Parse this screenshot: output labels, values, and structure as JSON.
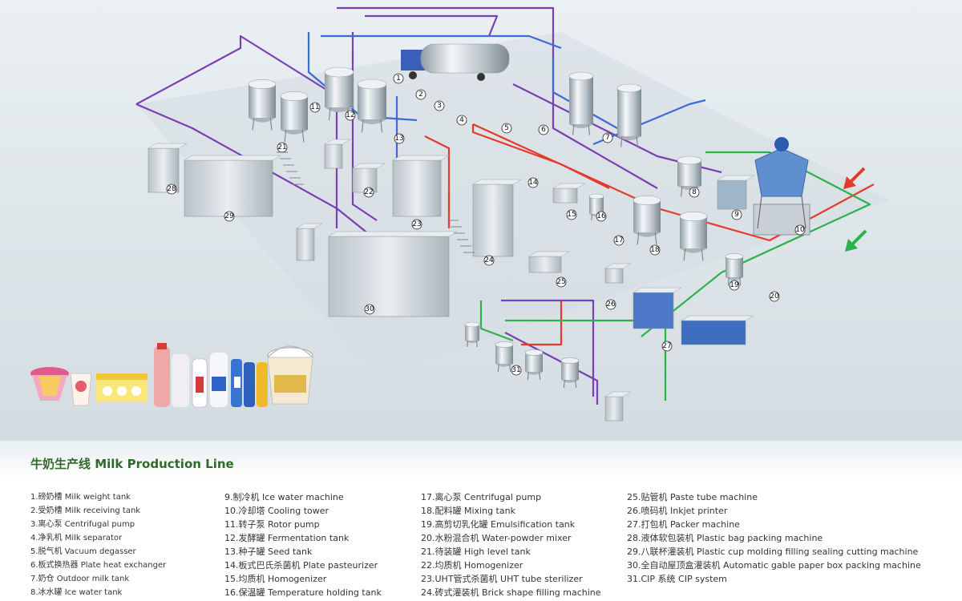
{
  "title": "牛奶生产线 Milk Production Line",
  "pipe_colors": {
    "blue": "#3a6bd8",
    "purple": "#7b3fb5",
    "red": "#e43a2c",
    "green": "#2bb24c"
  },
  "equipment_labels": [
    "1",
    "2",
    "3",
    "4",
    "5",
    "6",
    "7",
    "8",
    "9",
    "10",
    "11",
    "12",
    "13",
    "14",
    "15",
    "16",
    "17",
    "18",
    "19",
    "20",
    "21",
    "22",
    "23",
    "24",
    "25",
    "26",
    "27",
    "28",
    "29",
    "30",
    "31"
  ],
  "legend": {
    "col1": [
      "1.磅奶槽 Milk weight tank",
      "2.受奶槽 Milk receiving tank",
      "3.离心泵 Centrifugal pump",
      "4.净乳机 Milk separator",
      "5.脱气机 Vacuum degasser",
      "6.板式换热器 Plate heat exchanger",
      "7.奶仓 Outdoor milk tank",
      "8.冰水罐 Ice water tank"
    ],
    "col2": [
      "9.制冷机 Ice water machine",
      "10.冷却塔 Cooling tower",
      "11.转子泵 Rotor pump",
      "12.发酵罐 Fermentation tank",
      "13.种子罐 Seed tank",
      "14.板式巴氏杀菌机 Plate pasteurizer",
      "15.均质机 Homogenizer",
      "16.保温罐 Temperature holding tank"
    ],
    "col3": [
      "17.离心泵 Centrifugal pump",
      "18.配料罐 Mixing tank",
      "19.高剪切乳化罐 Emulsification tank",
      "20.水粉混合机 Water-powder mixer",
      "21.待装罐 High level tank",
      "22.均质机 Homogenizer",
      "23.UHT管式杀菌机 UHT tube sterilizer",
      "24.砖式灌装机 Brick shape filling machine"
    ],
    "col4": [
      "25.贴管机 Paste tube machine",
      "26.喷码机 Inkjet printer",
      "27.打包机 Packer machine",
      "28.液体软包装机 Plastic bag packing machine",
      "29.八联杯灌装机 Plastic cup molding filling sealing cutting machine",
      "30.全自动屋顶盒灌装机 Automatic gable paper box packing machine",
      "31.CIP 系统 CIP system"
    ]
  }
}
